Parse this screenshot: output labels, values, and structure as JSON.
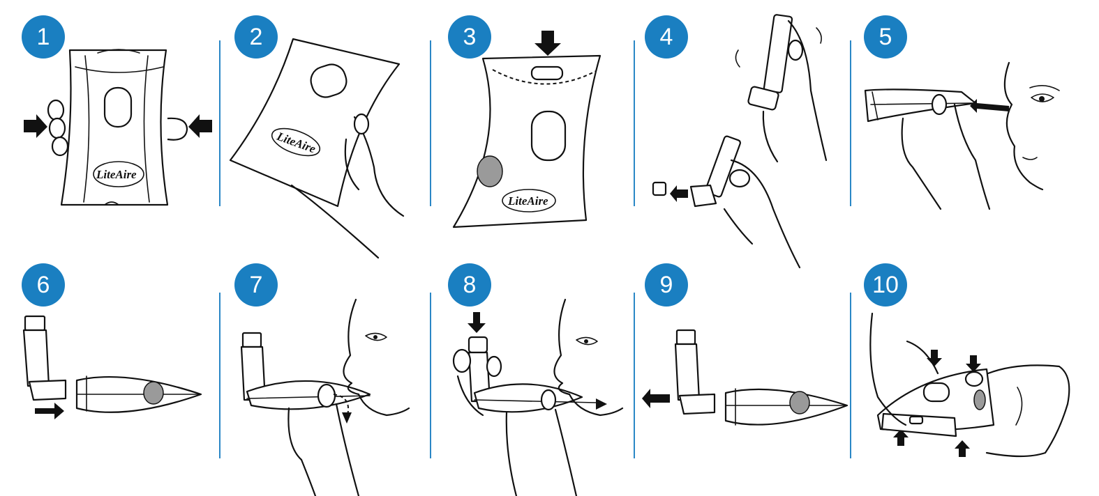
{
  "steps": [
    {
      "number": "1",
      "logo_text": "LiteAire",
      "icons": [
        "flattened-spacer",
        "left-arrow-push",
        "right-arrow-push",
        "hand-fingers"
      ]
    },
    {
      "number": "2",
      "logo_text": "LiteAire",
      "icons": [
        "spacer-bending",
        "hand-holding"
      ]
    },
    {
      "number": "3",
      "logo_text": "LiteAire",
      "icons": [
        "down-arrow-press",
        "expanded-spacer"
      ]
    },
    {
      "number": "4",
      "icons": [
        "shaking-inhaler",
        "remove-cap-arrow",
        "cap"
      ]
    },
    {
      "number": "5",
      "icons": [
        "inspect-spacer",
        "eye-arrow",
        "face-profile"
      ]
    },
    {
      "number": "6",
      "icons": [
        "inhaler",
        "insert-arrow",
        "assembled-spacer"
      ]
    },
    {
      "number": "7",
      "icons": [
        "face-profile",
        "inhaler-spacer-in-mouth",
        "seal-arrow"
      ]
    },
    {
      "number": "8",
      "icons": [
        "press-arrow",
        "face-profile",
        "inhale-arrow"
      ]
    },
    {
      "number": "9",
      "icons": [
        "inhaler",
        "remove-arrow",
        "spacer"
      ]
    },
    {
      "number": "10",
      "icons": [
        "fold-arrows",
        "flatten-spacer",
        "hands"
      ]
    }
  ],
  "accent_color": "#1a7fc1",
  "divider_color": "#2a87c6"
}
